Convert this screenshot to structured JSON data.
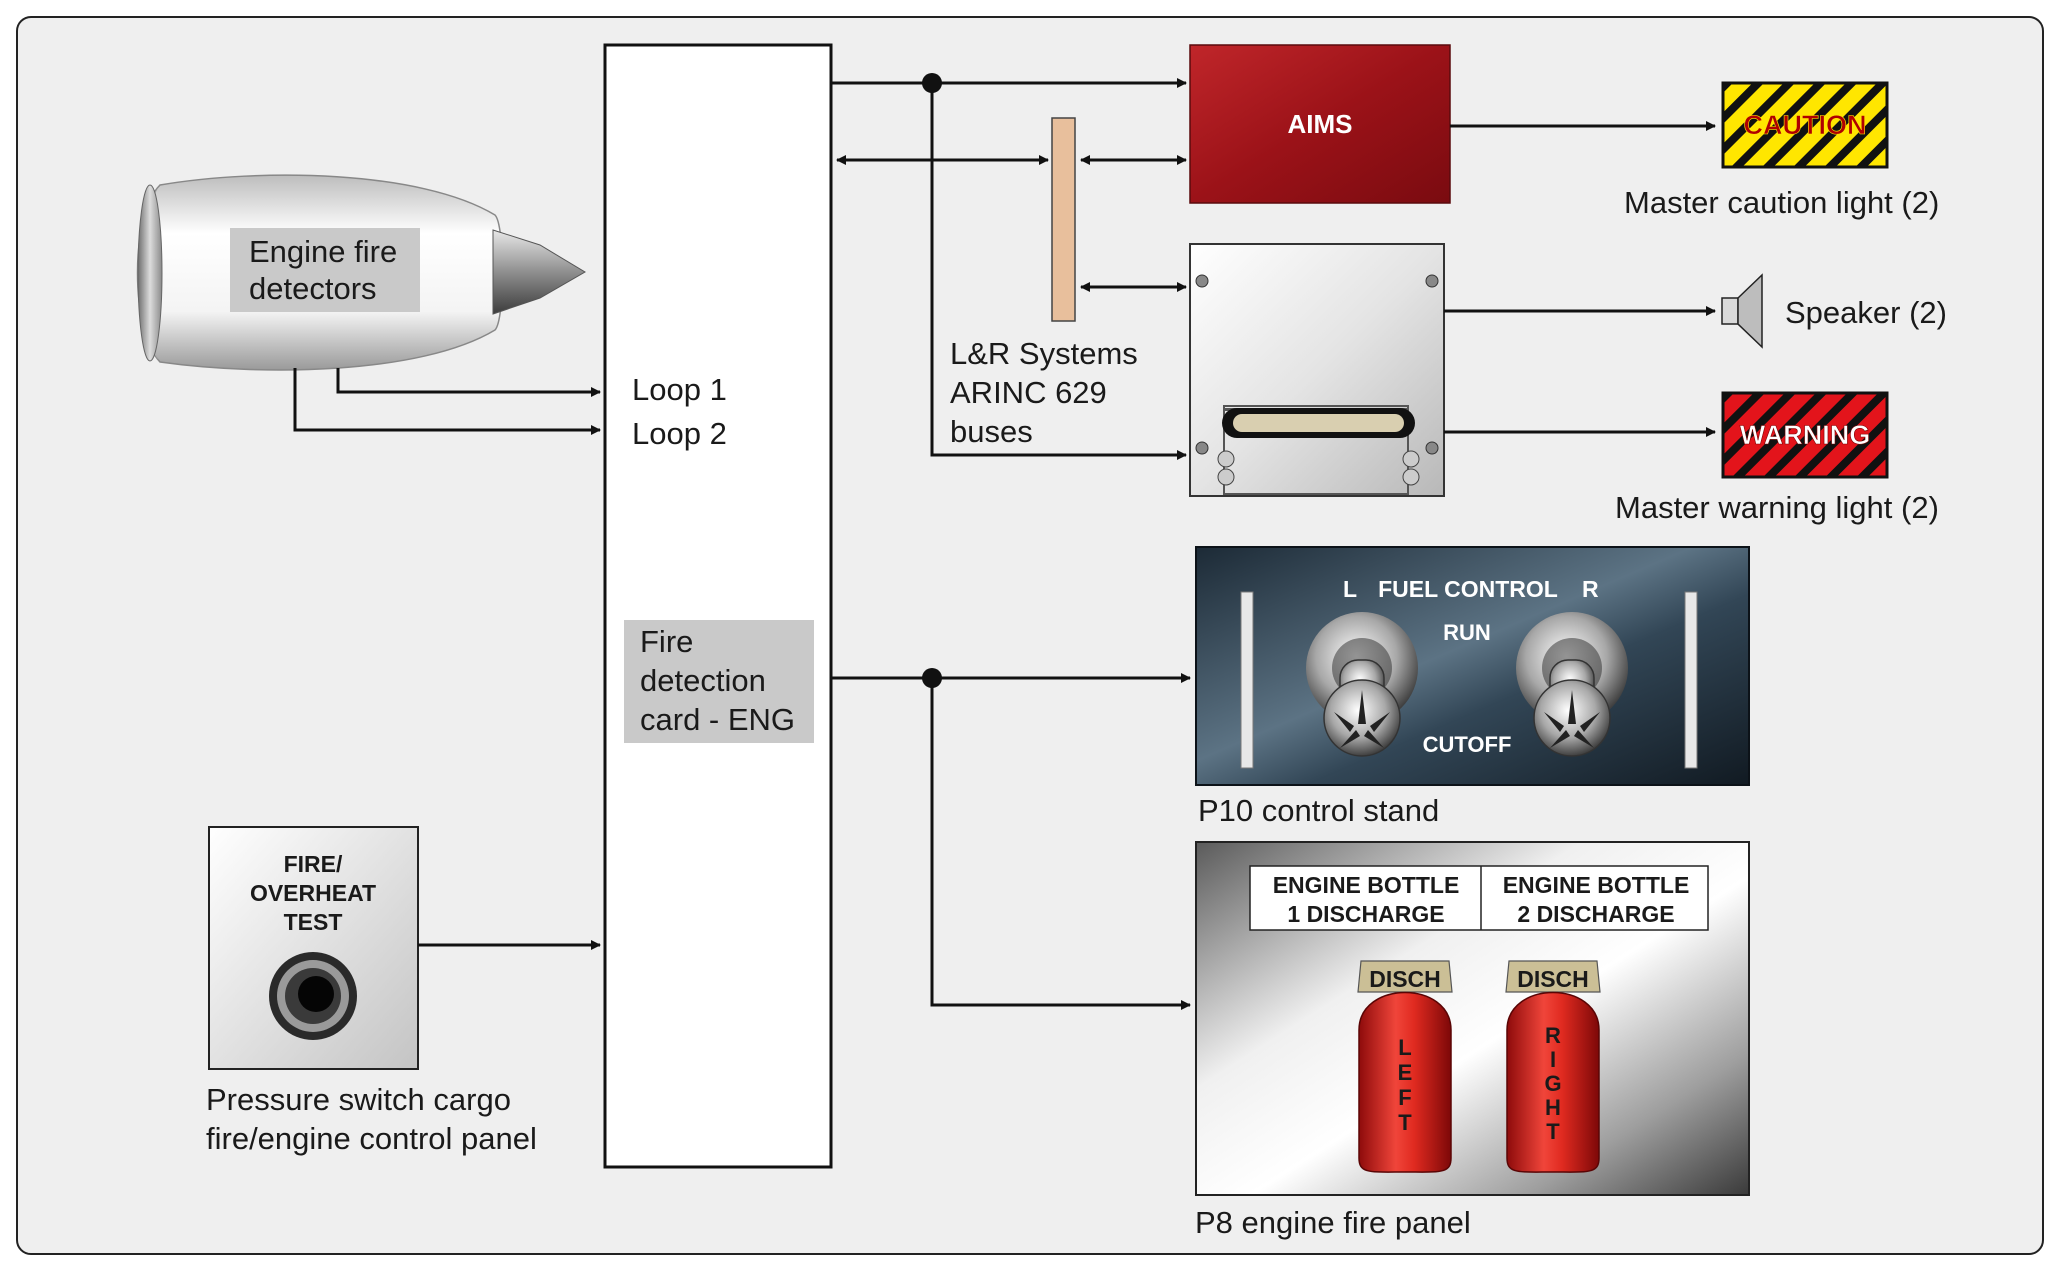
{
  "engine_label": [
    "Engine fire",
    "detectors"
  ],
  "loops": [
    "Loop 1",
    "Loop 2"
  ],
  "card_label": [
    "Fire",
    "detection",
    "card - ENG"
  ],
  "test_panel": {
    "label": [
      "FIRE/",
      "OVERHEAT",
      "TEST"
    ],
    "caption": [
      "Pressure switch cargo",
      "fire/engine control panel"
    ]
  },
  "bus_label": [
    "L&R Systems",
    "ARINC 629",
    "buses"
  ],
  "aims_label": "AIMS",
  "caution": {
    "text": "CAUTION",
    "caption": "Master caution light (2)"
  },
  "speaker_caption": "Speaker (2)",
  "warning": {
    "text": "WARNING",
    "caption": "Master warning light (2)"
  },
  "fuel_panel": {
    "title_l": "L",
    "title": "FUEL CONTROL",
    "title_r": "R",
    "run": "RUN",
    "cutoff": "CUTOFF",
    "caption": "P10 control stand"
  },
  "fire_panel": {
    "bottle1": [
      "ENGINE BOTTLE",
      "1 DISCHARGE"
    ],
    "bottle2": [
      "ENGINE BOTTLE",
      "2 DISCHARGE"
    ],
    "disch": "DISCH",
    "left_letters": [
      "L",
      "E",
      "F",
      "T"
    ],
    "right_letters": [
      "R",
      "I",
      "G",
      "H",
      "T"
    ],
    "caption": "P8 engine fire panel"
  },
  "colors": {
    "background": "#efefef",
    "aims_red": "#a3121a",
    "caution_yellow": "#ffe600",
    "warning_red": "#e3141b",
    "bus_bar": "#e8bf9c",
    "label_box": "#c9c9c9"
  }
}
